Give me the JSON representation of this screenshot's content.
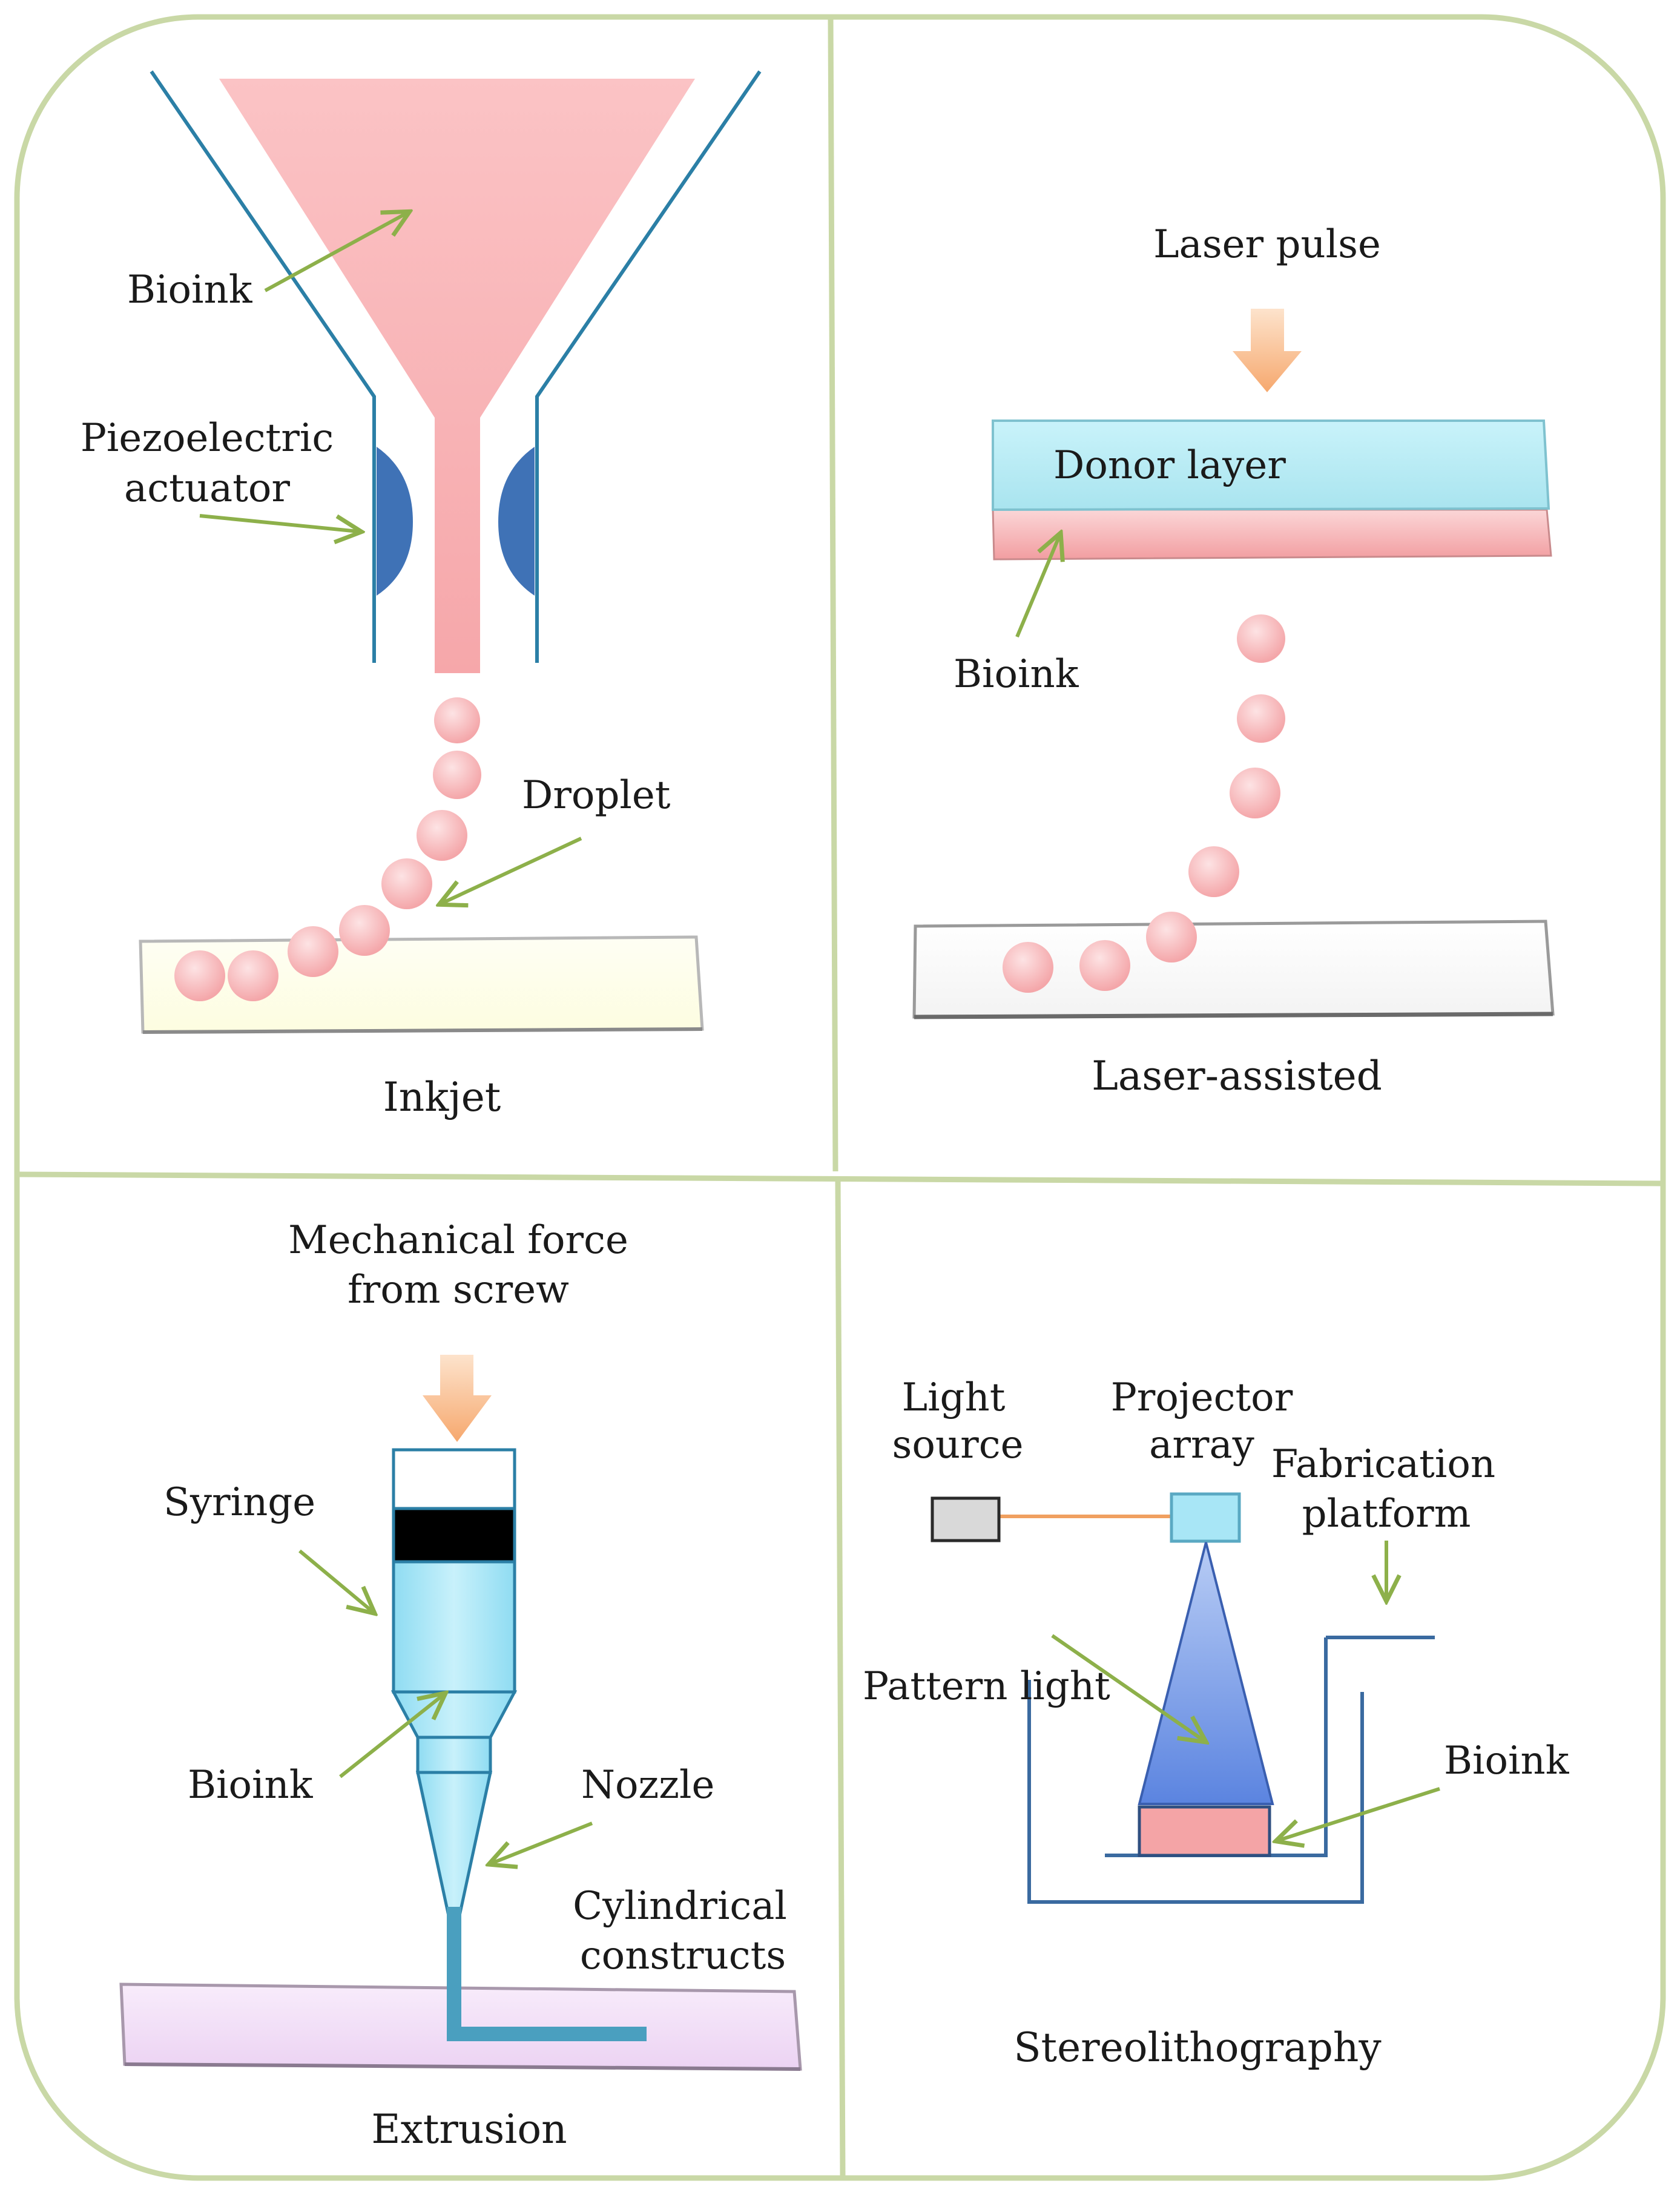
{
  "colors": {
    "frame": "#c9d8a6",
    "arrow": "#8db04a",
    "bioink": "#f6aeb0",
    "bioink_light": "#fbd0d1",
    "nozzle_wall": "#2b7fa6",
    "actuator": "#3f72b6",
    "donor": "#b9ecf4",
    "laser_arrow": "#f7b98a",
    "syringe_fill": "#a8e6f6",
    "plunger": "#000000",
    "extrusion_filament": "#4a9fbf",
    "extrusion_platform": "#efd9f4",
    "projector_beam": "#6a8ee6",
    "vat_line": "#3a6aa0",
    "light_source": "#d9d9d9",
    "light_beam": "#f0a060"
  },
  "panels": {
    "inkjet": {
      "caption": "Inkjet",
      "labels": {
        "bioink": "Bioink",
        "piezo_line1": "Piezoelectric",
        "piezo_line2": "actuator",
        "droplet": "Droplet"
      }
    },
    "laser": {
      "caption": "Laser-assisted",
      "labels": {
        "laser_pulse": "Laser pulse",
        "donor_layer": "Donor layer",
        "bioink": "Bioink"
      }
    },
    "extrusion": {
      "caption": "Extrusion",
      "labels": {
        "force_line1": "Mechanical force",
        "force_line2": "from screw",
        "syringe": "Syringe",
        "bioink": "Bioink",
        "nozzle": "Nozzle",
        "constructs_line1": "Cylindrical",
        "constructs_line2": "constructs"
      }
    },
    "stereolithography": {
      "caption": "Stereolithography",
      "labels": {
        "light_line1": "Light",
        "light_line2": "source",
        "projector_line1": "Projector",
        "projector_line2": "array",
        "platform_line1": "Fabrication",
        "platform_line2": "platform",
        "pattern_light": "Pattern light",
        "bioink": "Bioink"
      }
    }
  }
}
